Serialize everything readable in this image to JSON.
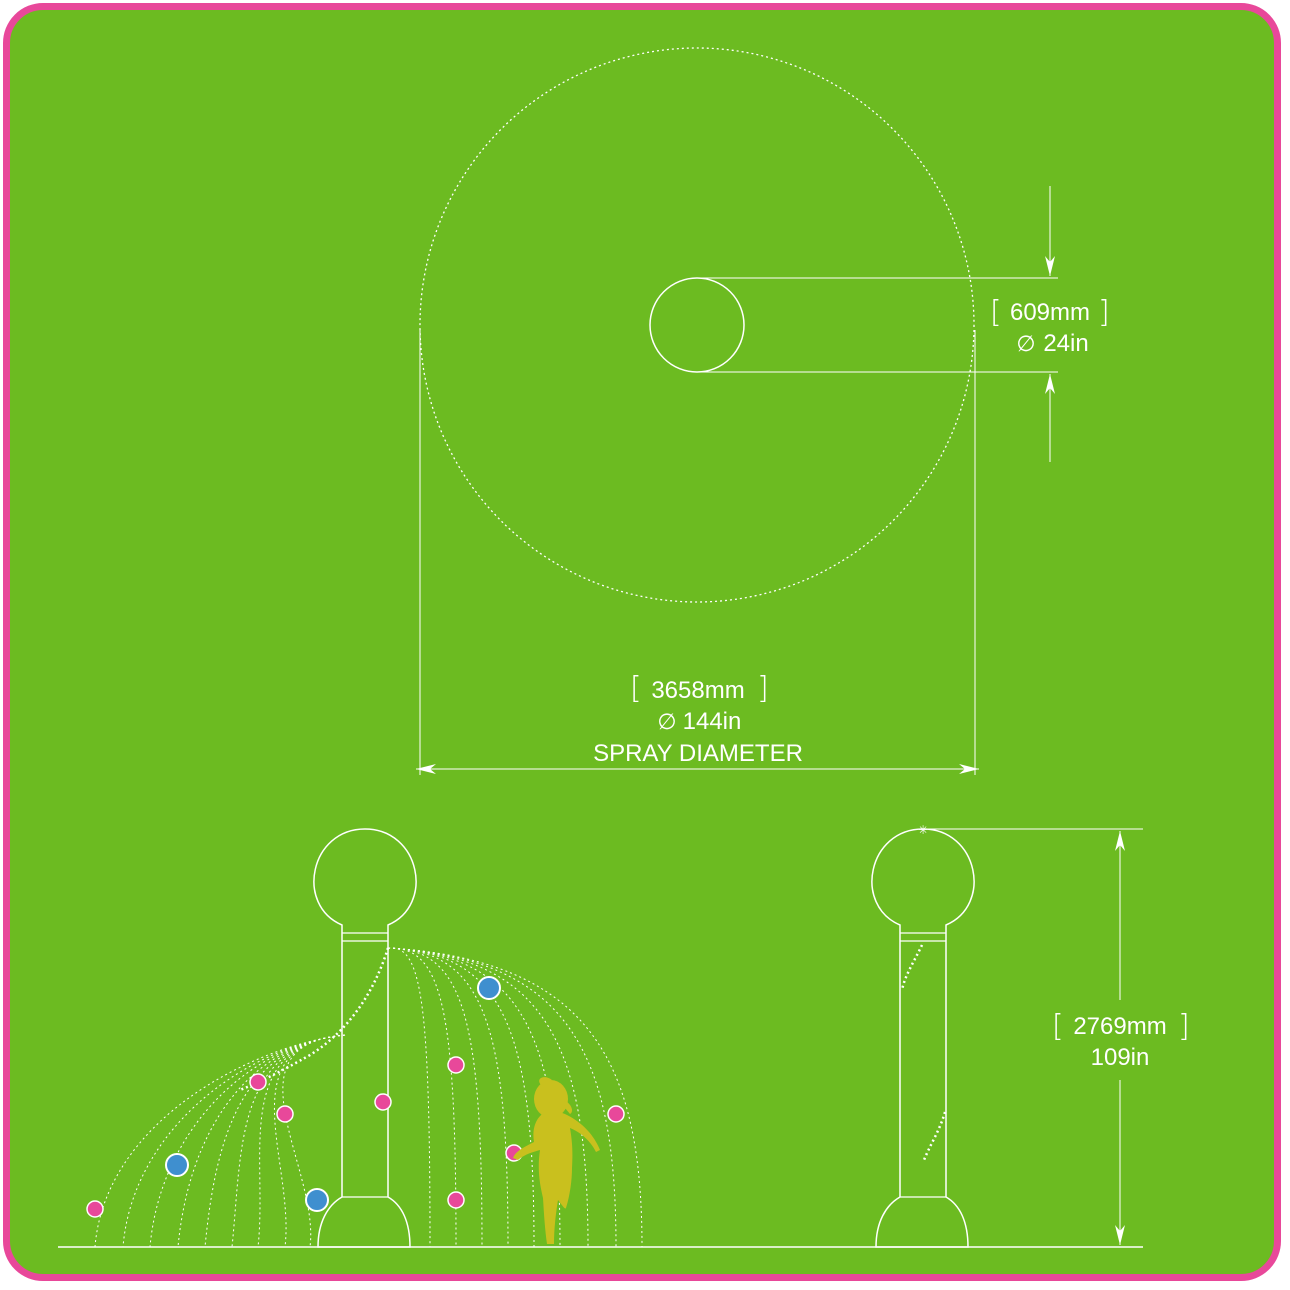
{
  "colors": {
    "background": "#6cbb21",
    "border": "#e8489a",
    "line": "#ffffff",
    "droplet_pink": "#e8489a",
    "droplet_blue": "#3f8fcf",
    "child_silhouette": "#c9c01e"
  },
  "top_view": {
    "nozzle_dimension": {
      "mm": "609mm",
      "inches": "24in",
      "symbol": "∅"
    },
    "spray_dimension": {
      "mm": "3658mm",
      "inches": "144in",
      "symbol": "∅",
      "label": "SPRAY DIAMETER"
    }
  },
  "side_view": {
    "height_dimension": {
      "mm": "2769mm",
      "inches": "109in"
    }
  },
  "icons": [
    "child-silhouette-icon",
    "water-droplet-icon"
  ]
}
